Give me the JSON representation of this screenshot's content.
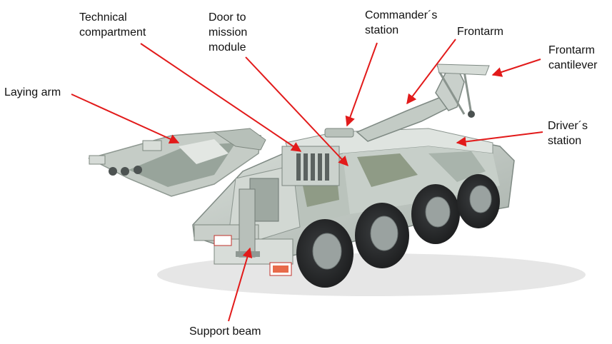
{
  "diagram": {
    "labels": {
      "technical_compartment": [
        "Technical",
        "compartment"
      ],
      "door_to_mission_module": [
        "Door to",
        "mission",
        "module"
      ],
      "commanders_station": [
        "Commander´s",
        "station"
      ],
      "frontarm": "Frontarm",
      "frontarm_cantilever": [
        "Frontarm",
        "cantilever"
      ],
      "drivers_station": [
        "Driver´s",
        "station"
      ],
      "laying_arm": "Laying arm",
      "support_beam": "Support beam"
    },
    "colors": {
      "arrow": "#e21a1a",
      "camo_light": "#cfd6d0",
      "camo_mid": "#a9b4ac",
      "camo_dark": "#7f8c86",
      "camo_green": "#8f9b86",
      "tire": "#2b2d2e",
      "hub": "#9aa2a0"
    }
  }
}
